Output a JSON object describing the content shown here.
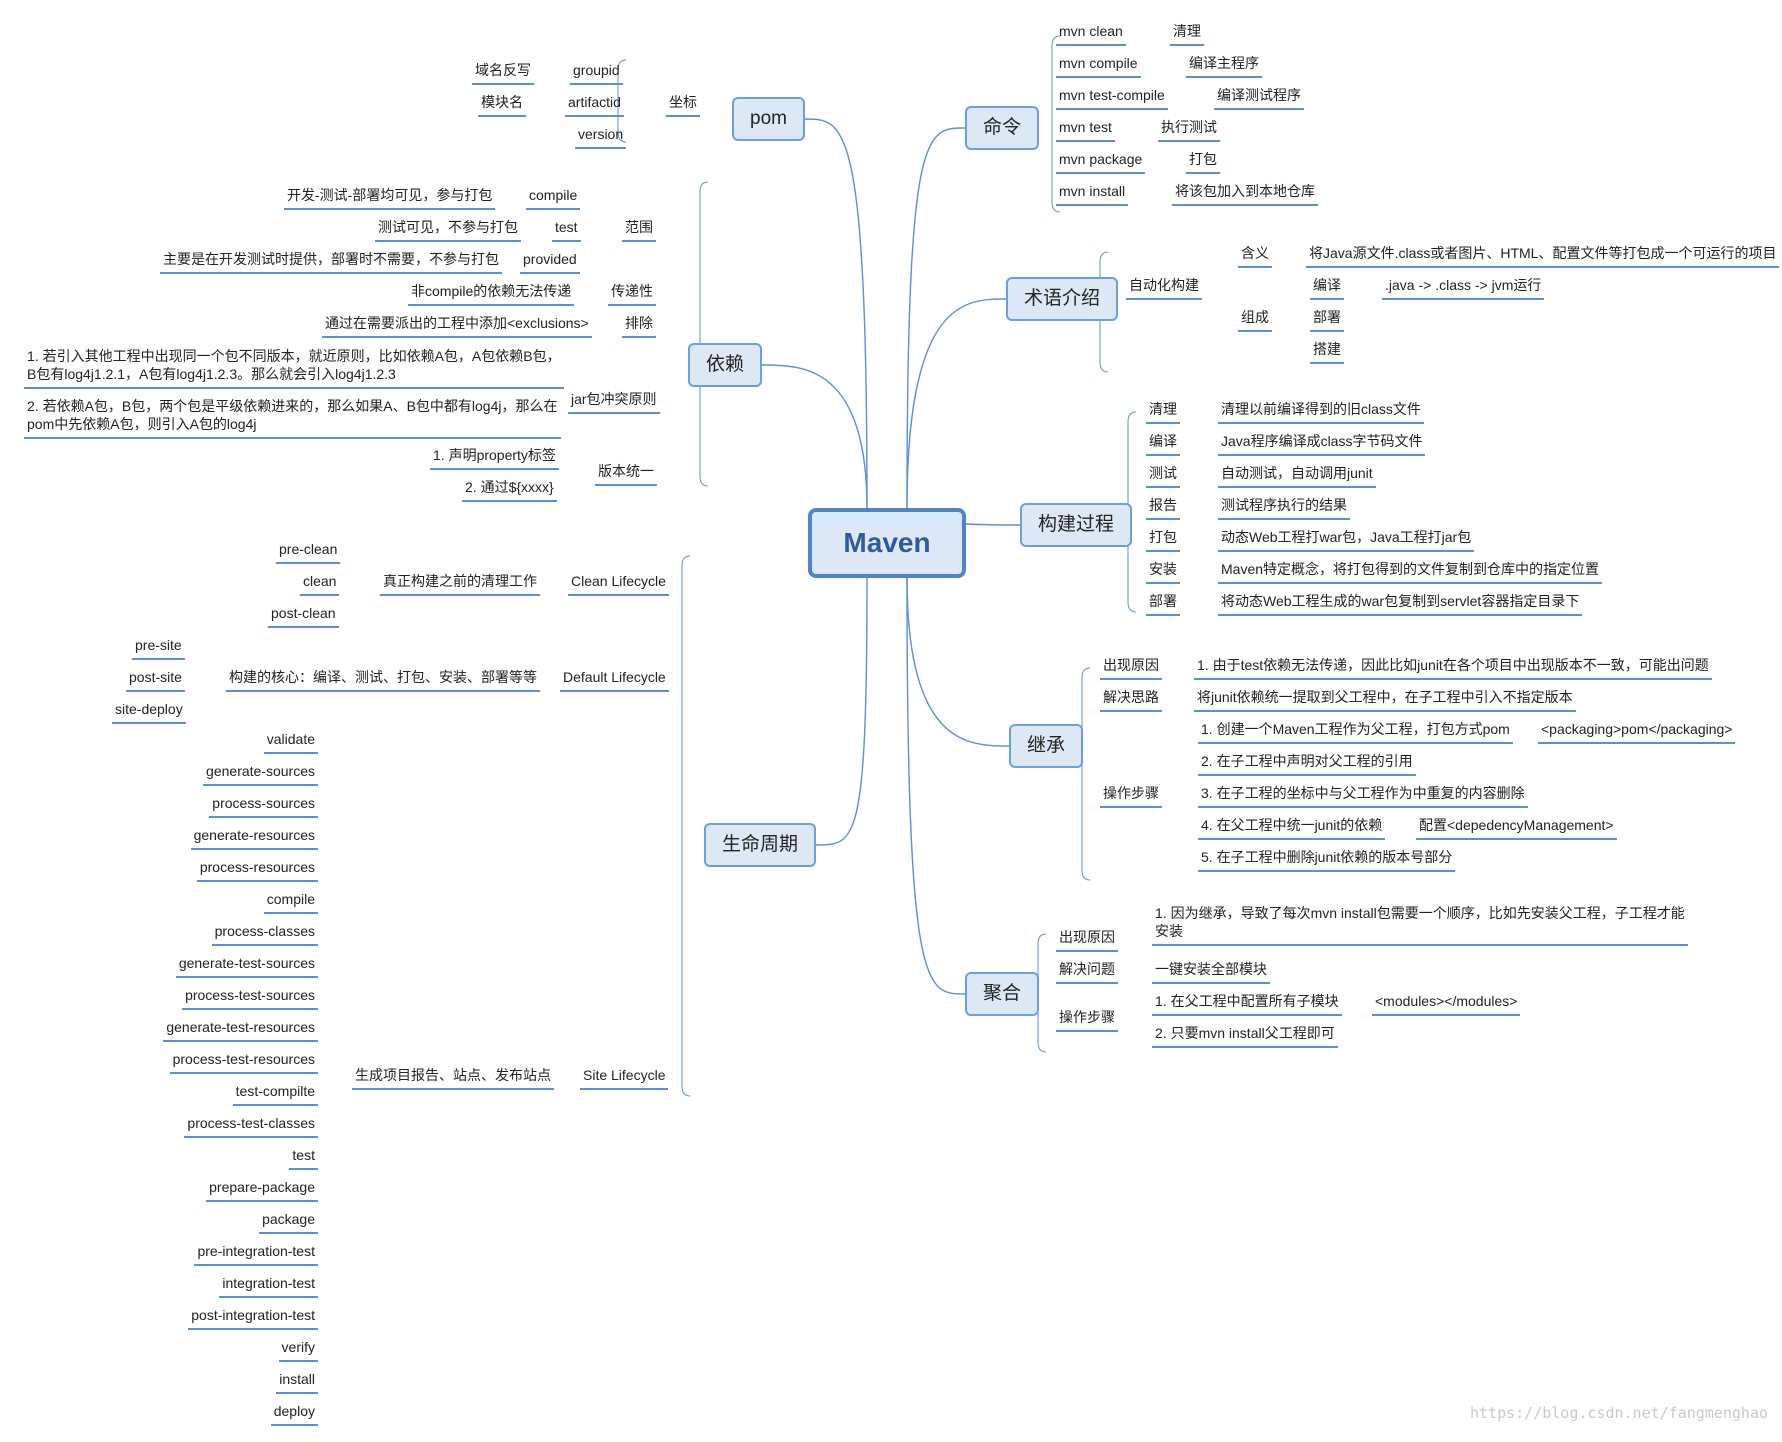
{
  "root": "Maven",
  "topics": {
    "pom": "pom",
    "dependency": "依赖",
    "lifecycle": "生命周期",
    "commands": "命令",
    "terms": "术语介绍",
    "build": "构建过程",
    "inherit": "继承",
    "aggregate": "聚合"
  },
  "pom": {
    "coord": "坐标",
    "groupid": "groupid",
    "groupid_note": "域名反写",
    "artifactid": "artifactid",
    "artifactid_note": "模块名",
    "version": "version"
  },
  "dependency": {
    "scope": "范围",
    "scope_items": [
      {
        "name": "compile",
        "note": "开发-测试-部署均可见，参与打包"
      },
      {
        "name": "test",
        "note": "测试可见，不参与打包"
      },
      {
        "name": "provided",
        "note": "主要是在开发测试时提供，部署时不需要，不参与打包"
      }
    ],
    "transitive": "传递性",
    "transitive_note": "非compile的依赖无法传递",
    "exclude": "排除",
    "exclude_note": "通过在需要派出的工程中添加<exclusions>",
    "conflict": "jar包冲突原则",
    "conflict_1_l1": "1. 若引入其他工程中出现同一个包不同版本，就近原则，比如依赖A包，A包依赖B包，",
    "conflict_1_l2": "B包有log4j1.2.1，A包有log4j1.2.3。那么就会引入log4j1.2.3",
    "conflict_2_l1": "2. 若依赖A包，B包，两个包是平级依赖进来的，那么如果A、B包中都有log4j，那么在",
    "conflict_2_l2": "pom中先依赖A包，则引入A包的log4j",
    "unify": "版本统一",
    "unify_1": "1. 声明property标签",
    "unify_2": "2. 通过${xxxx}"
  },
  "lifecycle": {
    "clean": "Clean Lifecycle",
    "clean_desc": "真正构建之前的清理工作",
    "clean_phases": [
      "pre-clean",
      "clean",
      "post-clean"
    ],
    "default": "Default Lifecycle",
    "default_desc": "构建的核心：编译、测试、打包、安装、部署等等",
    "default_phases": [
      "pre-site",
      "post-site",
      "site-deploy"
    ],
    "site": "Site Lifecycle",
    "site_desc": "生成项目报告、站点、发布站点",
    "site_phases": [
      "validate",
      "generate-sources",
      "process-sources",
      "generate-resources",
      "process-resources",
      "compile",
      "process-classes",
      "generate-test-sources",
      "process-test-sources",
      "generate-test-resources",
      "process-test-resources",
      "test-compilte",
      "process-test-classes",
      "test",
      "prepare-package",
      "package",
      "pre-integration-test",
      "integration-test",
      "post-integration-test",
      "verify",
      "install",
      "deploy"
    ]
  },
  "commands": [
    {
      "cmd": "mvn clean",
      "desc": "清理"
    },
    {
      "cmd": "mvn compile",
      "desc": "编译主程序"
    },
    {
      "cmd": "mvn test-compile",
      "desc": "编译测试程序"
    },
    {
      "cmd": "mvn test",
      "desc": "执行测试"
    },
    {
      "cmd": "mvn package",
      "desc": "打包"
    },
    {
      "cmd": "mvn install",
      "desc": "将该包加入到本地仓库"
    }
  ],
  "terms": {
    "auto_build": "自动化构建",
    "meaning": "含义",
    "meaning_desc": "将Java源文件.class或者图片、HTML、配置文件等打包成一个可运行的项目",
    "compose": "组成",
    "compile": "编译",
    "compile_desc": ".java -> .class -> jvm运行",
    "deploy": "部署",
    "setup": "搭建"
  },
  "build": [
    {
      "step": "清理",
      "desc": "清理以前编译得到的旧class文件"
    },
    {
      "step": "编译",
      "desc": "Java程序编译成class字节码文件"
    },
    {
      "step": "测试",
      "desc": "自动测试，自动调用junit"
    },
    {
      "step": "报告",
      "desc": "测试程序执行的结果"
    },
    {
      "step": "打包",
      "desc": "动态Web工程打war包，Java工程打jar包"
    },
    {
      "step": "安装",
      "desc": "Maven特定概念，将打包得到的文件复制到仓库中的指定位置"
    },
    {
      "step": "部署",
      "desc": "将动态Web工程生成的war包复制到servlet容器指定目录下"
    }
  ],
  "inherit": {
    "reason": "出现原因",
    "reason_desc": "1. 由于test依赖无法传递，因此比如junit在各个项目中出现版本不一致，可能出问题",
    "idea": "解决思路",
    "idea_desc": "将junit依赖统一提取到父工程中，在子工程中引入不指定版本",
    "steps": "操作步骤",
    "step_1": "1. 创建一个Maven工程作为父工程，打包方式pom",
    "step_1_note": "<packaging>pom</packaging>",
    "step_2": "2. 在子工程中声明对父工程的引用",
    "step_3": "3. 在子工程的坐标中与父工程作为中重复的内容删除",
    "step_4": "4. 在父工程中统一junit的依赖",
    "step_4_note": "配置<depedencyManagement>",
    "step_5": "5. 在子工程中删除junit依赖的版本号部分"
  },
  "aggregate": {
    "reason": "出现原因",
    "reason_l1": "1. 因为继承，导致了每次mvn install包需要一个顺序，比如先安装父工程，子工程才能",
    "reason_l2": "安装",
    "problem": "解决问题",
    "problem_desc": "一键安装全部模块",
    "steps": "操作步骤",
    "step_1": "1. 在父工程中配置所有子模块",
    "step_1_note": "<modules></modules>",
    "step_2": "2. 只要mvn install父工程即可"
  },
  "watermark": "https://blog.csdn.net/fangmenghao",
  "colors": {
    "line": "#5b8ed6",
    "topic_fill": "#dde8f6",
    "topic_border": "#6d9fdc",
    "root_text": "#2e5c9a"
  }
}
